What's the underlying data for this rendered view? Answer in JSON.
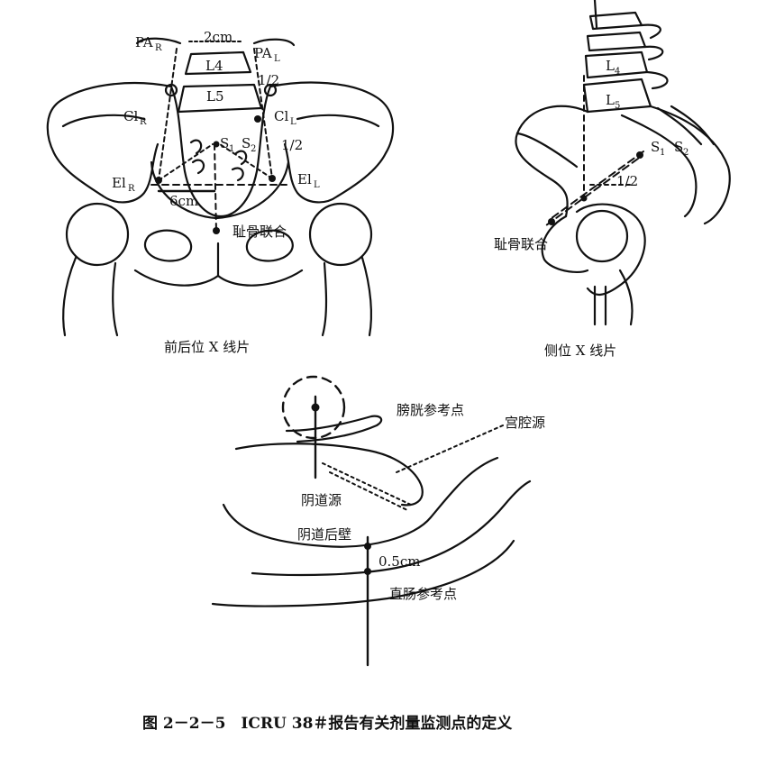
{
  "ap_view": {
    "caption": "前后位 X 线片",
    "labels": {
      "pa_r": "PA",
      "pa_r_sub": "R",
      "pa_l": "PA",
      "pa_l_sub": "L",
      "width_2cm": "2cm",
      "l4": "L4",
      "half_1": "1/2",
      "l5": "L5",
      "cl_r": "Cl",
      "cl_r_sub": "R",
      "cl_l": "Cl",
      "cl_l_sub": "L",
      "s1": "S",
      "s1_sub": "1",
      "s2": "S",
      "s2_sub": "2",
      "half_2": "1/2",
      "el_r": "El",
      "el_r_sub": "R",
      "el_l": "El",
      "el_l_sub": "L",
      "width_6cm": "6cm",
      "symphysis": "耻骨联合"
    }
  },
  "lateral_view": {
    "caption": "侧位 X 线片",
    "labels": {
      "l4": "L",
      "l4_sub": "4",
      "l5": "L",
      "l5_sub": "5",
      "s1": "S",
      "s1_sub": "1",
      "s2": "S",
      "s2_sub": "2",
      "half": "1/2",
      "symphysis": "耻骨联合"
    }
  },
  "sagittal_view": {
    "labels": {
      "bladder_point": "膀胱参考点",
      "uterine_source": "宫腔源",
      "vaginal_source": "阴道源",
      "posterior_vaginal_wall": "阴道后壁",
      "distance": "0.5cm",
      "rectal_point": "直肠参考点"
    }
  },
  "figure_caption": "图 2－2－5　ICRU 38＃报告有关剂量监测点的定义"
}
